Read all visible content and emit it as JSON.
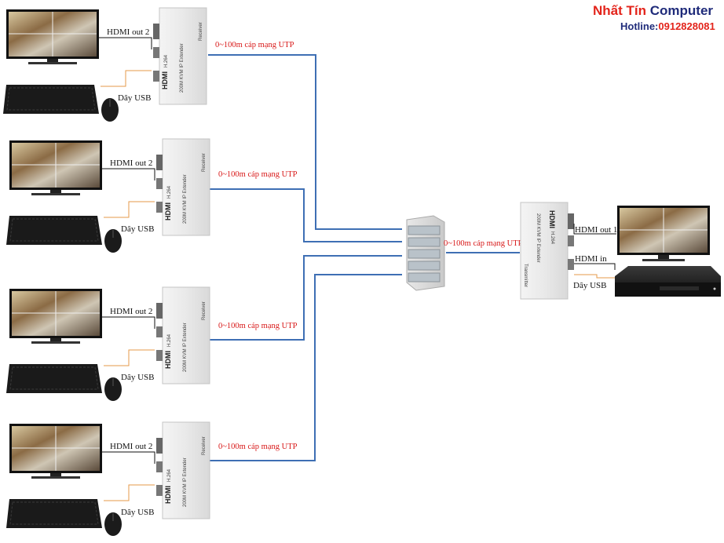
{
  "brand": {
    "name_part1": "Nhất Tín",
    "name_part2": "Computer",
    "hotline_label": "Hotline:",
    "hotline_number": "0912828081"
  },
  "receivers": [
    {
      "hdmi_label": "HDMI out 2",
      "usb_label": "Dây USB",
      "cable_label": "0~100m cáp mạng UTP",
      "device_text": "200M KVM IP Extender",
      "hdmi_logo": "HDMI",
      "codec": "H.264",
      "role": "Receiver"
    },
    {
      "hdmi_label": "HDMI out 2",
      "usb_label": "Dây USB",
      "cable_label": "0~100m cáp mạng UTP",
      "device_text": "200M KVM IP Extender",
      "hdmi_logo": "HDMI",
      "codec": "H.264",
      "role": "Receiver"
    },
    {
      "hdmi_label": "HDMI out 2",
      "usb_label": "Dây USB",
      "cable_label": "0~100m cáp mạng UTP",
      "device_text": "200M KVM IP Extender",
      "hdmi_logo": "HDMI",
      "codec": "H.264",
      "role": "Receiver"
    },
    {
      "hdmi_label": "HDMI out 2",
      "usb_label": "Dây USB",
      "cable_label": "0~100m cáp mạng UTP",
      "device_text": "200M KVM IP Extender",
      "hdmi_logo": "HDMI",
      "codec": "H.264",
      "role": "Receiver"
    }
  ],
  "transmitter": {
    "cable_label": "0~100m cáp mạng UTP",
    "hdmi_out_label": "HDMI out 1",
    "hdmi_in_label": "HDMI in",
    "usb_label": "Dây USB",
    "device_text": "200M KVM IP Extender",
    "hdmi_logo": "HDMI",
    "codec": "H.264",
    "role": "Transmitter"
  },
  "colors": {
    "utp_cable": "#3e6fb4",
    "usb_cable": "#e49a4a",
    "label_red": "#d81818",
    "brand_red": "#e3241b",
    "brand_blue": "#1f2b7a"
  }
}
